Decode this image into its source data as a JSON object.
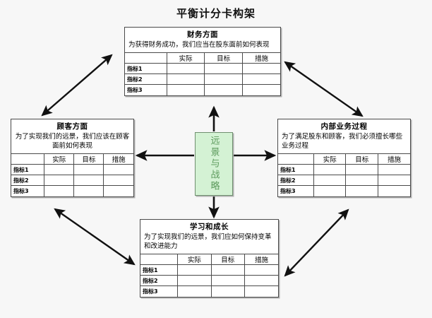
{
  "title": "平衡计分卡构架",
  "colors": {
    "background": "#f7f7f7",
    "box_fill": "#ffffff",
    "box_border": "#4a4a4a",
    "vision_fill": "#d4f2d4",
    "vision_border": "#6f8f6f",
    "vision_text": "#5c9a5c",
    "arrow": "#111111"
  },
  "table_headers": {
    "first": "",
    "actual": "实际",
    "target": "目标",
    "measure": "措施"
  },
  "row_labels": [
    "指标1",
    "指标2",
    "指标3"
  ],
  "vision": {
    "label": "远景与战略"
  },
  "perspectives": {
    "financial": {
      "title": "财务方面",
      "description": "为获得财务成功，我们应当在股东面前如何表现"
    },
    "customer": {
      "title": "顾客方面",
      "description": "为了实现我们的远景，我们应该在顾客面前如何表现"
    },
    "internal": {
      "title": "内部业务过程",
      "description": "为了满足股东和顾客，我们必须擅长哪些业务过程"
    },
    "learning": {
      "title": "学习和成长",
      "description": "为了实现我们的远景，我们应如何保持变革和改进能力"
    }
  },
  "connectors": [
    {
      "name": "vision-to-financial",
      "style": "single"
    },
    {
      "name": "vision-to-customer",
      "style": "single"
    },
    {
      "name": "vision-to-internal",
      "style": "single"
    },
    {
      "name": "vision-to-learning",
      "style": "single"
    },
    {
      "name": "customer-financial",
      "style": "double"
    },
    {
      "name": "financial-internal",
      "style": "double"
    },
    {
      "name": "customer-learning",
      "style": "single"
    },
    {
      "name": "learning-internal",
      "style": "double"
    }
  ]
}
